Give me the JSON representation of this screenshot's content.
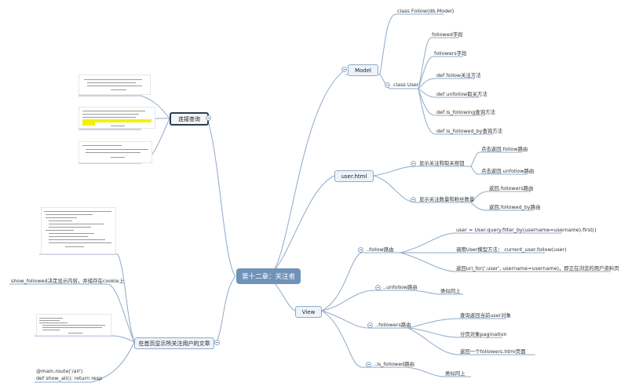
{
  "root": {
    "label": "第十二章：关注者"
  },
  "model": {
    "label": "Model",
    "follow_class": "class Follow(db.Model)",
    "class_user": "class User",
    "items": [
      "followed字段",
      "followers字段",
      "def follow关注方法",
      "def unfollow取关方法",
      "def is_following查询方法",
      "def is_followed_by查询方法"
    ]
  },
  "userhtml": {
    "label": "user.html",
    "show_buttons": "显示关注和取关按钮",
    "show_buttons_items": [
      "点击返回.follow路由",
      "点击返回.unfollow路由"
    ],
    "show_counts": "显示关注数量和粉丝数量",
    "show_counts_items": [
      "返回.followers路由",
      "返回.followed_by路由"
    ]
  },
  "view": {
    "label": "View",
    "follow": "..follow路由",
    "follow_items": [
      "user = User.query.filter_by(username=username).first()",
      "调用User模型方法： current_user.follow(user)",
      "返回url_for('.user', username=username)，即正在浏览的用户资料页"
    ],
    "unfollow": "..unfollow路由",
    "unfollow_items": [
      "类似同上"
    ],
    "followers": "..followers路由",
    "followers_items": [
      "查询返回当前user对象",
      "分页对象pagination",
      "返回一个followers.html页面"
    ],
    "is_followed": "..is_followed路由",
    "is_followed_items": [
      "类似同上"
    ]
  },
  "join": {
    "label": "连接查询"
  },
  "homepage": {
    "label": "在首页显示所关注用户的文章",
    "show_followed": "show_followed决定显示内容，并储存在cookie上",
    "route_note": "@main.route('/all')\ndef show_all(): return resp"
  },
  "icons": [
    "collapse-toggle-icon"
  ],
  "colors": {
    "root_bg": "#6f93b8",
    "line": "#8faac7",
    "box_bg": "#eef3f9",
    "highlight": "#f6f000"
  }
}
